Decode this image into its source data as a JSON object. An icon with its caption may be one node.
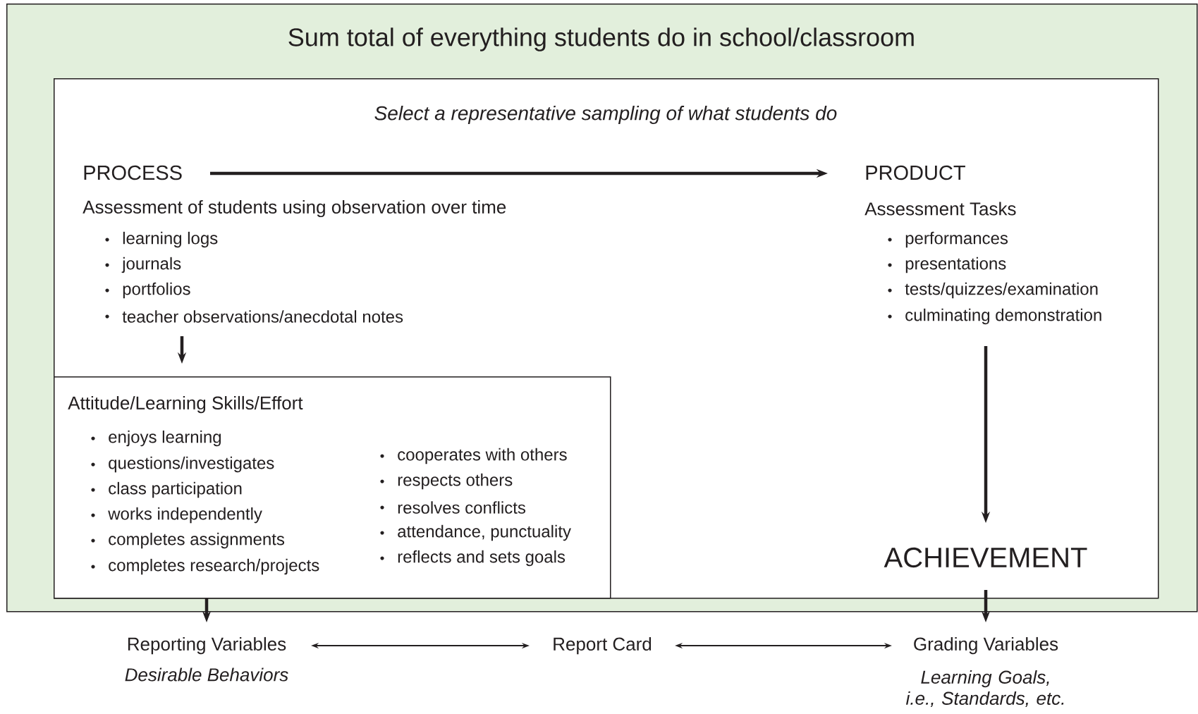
{
  "diagram": {
    "nodes": [
      {
        "text": [
          "Sum total of everything students do in school/classroom"
        ]
      },
      {
        "text": [
          "Select a representative sampling of what students do"
        ],
        "in": 0
      },
      {
        "text": [
          "PROCESS"
        ],
        "in": 1
      },
      {
        "text": [
          "Assessment of students using observation over time",
          "learning logs",
          "journals",
          "portfolios",
          "teacher observations/anecdotal notes"
        ],
        "in": 1
      },
      {
        "text": [
          "PRODUCT"
        ],
        "in": 1
      },
      {
        "text": [
          "Assessment Tasks",
          "performances",
          "presentations",
          "tests/quizzes/examination",
          "culminating demonstration"
        ],
        "in": 1
      },
      {
        "text": [
          "Attitude/Learning Skills/Effort",
          "enjoys learning",
          "questions/investigates",
          "class participation",
          "works independently",
          "completes assignments",
          "completes research/projects",
          "cooperates with others",
          "respects others",
          "resolves conflicts",
          "attendance, punctuality",
          "reflects and sets goals"
        ],
        "in": 1
      },
      {
        "text": [
          "ACHIEVEMENT"
        ],
        "in": 1
      },
      {
        "text": [
          "Reporting Variables",
          "Desirable Behaviors"
        ]
      },
      {
        "text": [
          "Report Card"
        ]
      },
      {
        "text": [
          "Grading Variables",
          "Learning Goals, i.e., Standards, etc."
        ]
      }
    ],
    "edges": [
      {
        "from": 2,
        "to": 4,
        "arrow": "to"
      },
      {
        "from": 3,
        "to": 6,
        "arrow": "to"
      },
      {
        "from": 5,
        "to": 7,
        "arrow": "to"
      },
      {
        "from": 6,
        "to": 8,
        "arrow": "to"
      },
      {
        "from": 7,
        "to": 10,
        "arrow": "to"
      },
      {
        "from": 8,
        "to": 9,
        "arrow": "both"
      },
      {
        "from": 9,
        "to": 10,
        "arrow": "both"
      }
    ]
  }
}
